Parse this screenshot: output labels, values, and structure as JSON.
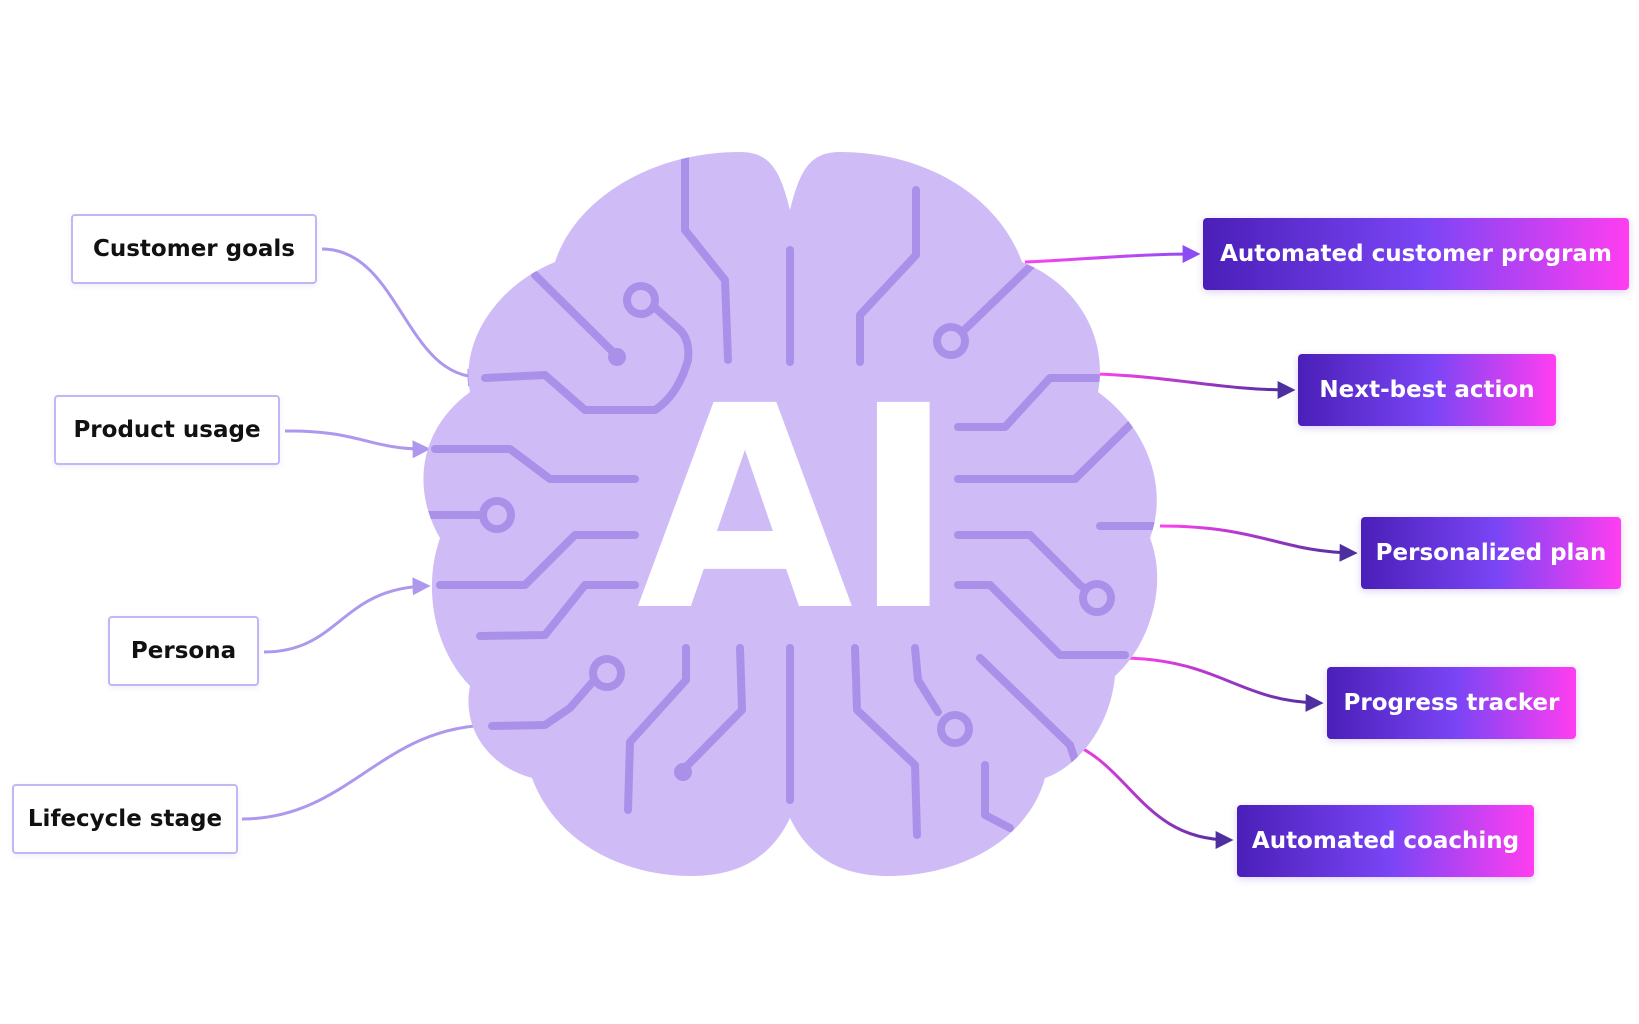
{
  "center": {
    "label": "AI"
  },
  "inputs": [
    {
      "label": "Customer goals"
    },
    {
      "label": "Product usage"
    },
    {
      "label": "Persona"
    },
    {
      "label": "Lifecycle stage"
    }
  ],
  "outputs": [
    {
      "label": "Automated customer program"
    },
    {
      "label": "Next-best action"
    },
    {
      "label": "Personalized plan"
    },
    {
      "label": "Progress tracker"
    },
    {
      "label": "Automated coaching"
    }
  ],
  "colors": {
    "brain_fill": "#cfbcf6",
    "circuit": "#ab90ea",
    "input_border": "#c4b5f5",
    "input_arrow": "#ad98ee",
    "gradient_start": "#4a1fb8",
    "gradient_mid": "#7a45f5",
    "gradient_end": "#ff3ef0"
  },
  "icons": {
    "center": "brain-circuit-icon"
  }
}
